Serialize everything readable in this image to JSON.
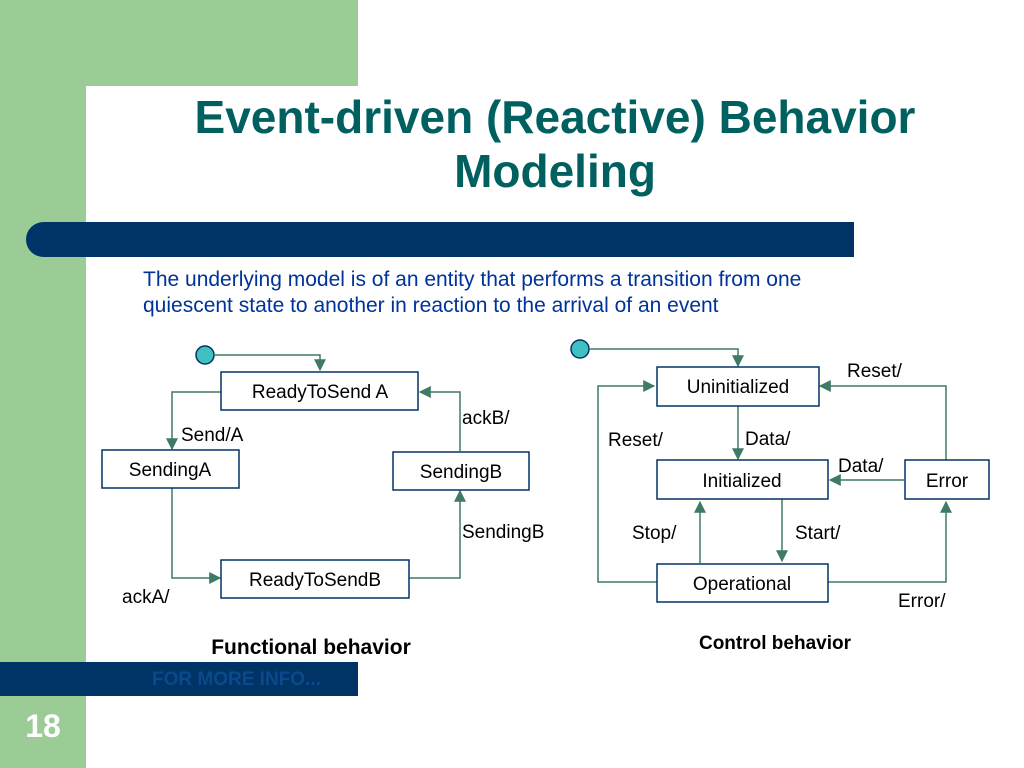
{
  "slide": {
    "title_line1": "Event-driven (Reactive) Behavior",
    "title_line2": "Modeling",
    "intro_line1": "The underlying model is of an entity that performs a transition from one",
    "intro_line2": "quiescent state to another in reaction to the arrival of an event",
    "info_link": "FOR MORE INFO...",
    "page_number": "18"
  },
  "functional": {
    "caption": "Functional behavior",
    "states": {
      "ready_a": "ReadyToSend A",
      "sending_a": "SendingA",
      "sending_b": "SendingB",
      "ready_b": "ReadyToSendB"
    },
    "labels": {
      "send_a": "Send/A",
      "ack_b": "ackB/",
      "sending_b": "SendingB",
      "ack_a": "ackA/"
    }
  },
  "control": {
    "caption": "Control behavior",
    "states": {
      "uninitialized": "Uninitialized",
      "initialized": "Initialized",
      "operational": "Operational",
      "error": "Error"
    },
    "labels": {
      "reset_top": "Reset/",
      "reset_left": "Reset/",
      "data_down": "Data/",
      "data_left": "Data/",
      "stop": "Stop/",
      "start": "Start/",
      "error": "Error/"
    }
  },
  "colors": {
    "title": "#006060",
    "accent_green": "#9ccc96",
    "dark_blue": "#003366",
    "intro_text": "#003399",
    "initial_dot": "#40c0c0"
  }
}
